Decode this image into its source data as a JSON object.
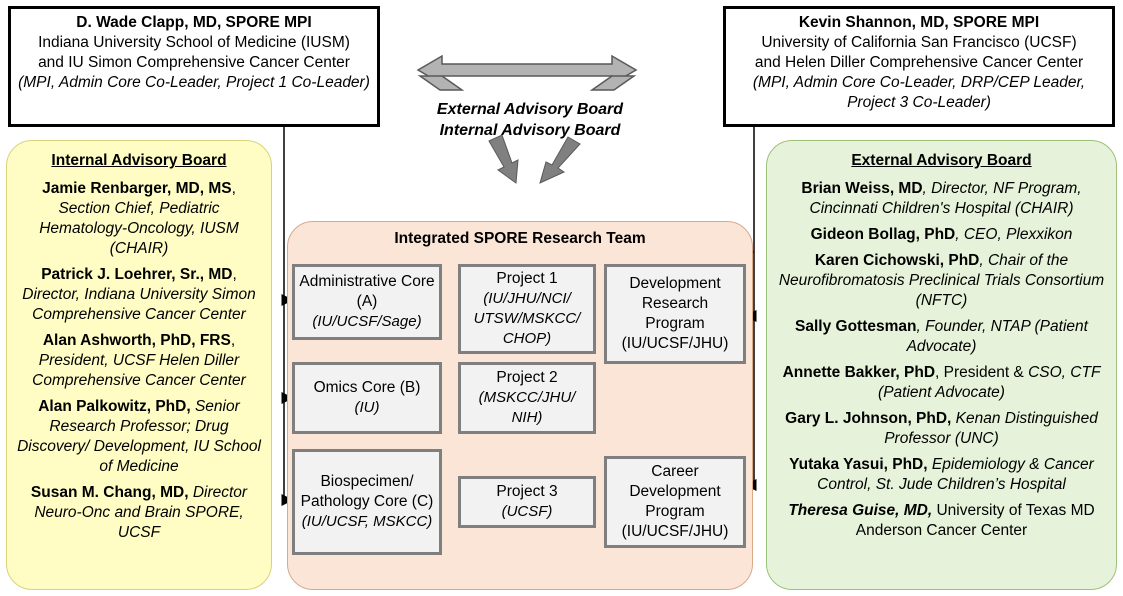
{
  "mpi_left": {
    "name": "D. Wade Clapp, MD, SPORE MPI",
    "line1": "Indiana University School of Medicine (IUSM)",
    "line2": "and IU Simon Comprehensive Cancer Center",
    "role": "(MPI, Admin Core Co-Leader, Project 1 Co-Leader)"
  },
  "mpi_right": {
    "name": "Kevin Shannon, MD, SPORE MPI",
    "line1": "University of California San Francisco (UCSF)",
    "line2": "and Helen Diller Comprehensive Cancer Center",
    "role": "(MPI, Admin Core Co-Leader, DRP/CEP Leader, Project 3 Co-Leader)"
  },
  "middle_labels": {
    "line1": "External Advisory Board",
    "line2": "Internal Advisory Board"
  },
  "internal_board": {
    "title": "Internal Advisory Board",
    "members": [
      {
        "name": "Jamie Renbarger, MD, MS",
        "sep": ",",
        "desc": "Section Chief, Pediatric Hematology-Oncology, IUSM (CHAIR)"
      },
      {
        "name": "Patrick J. Loehrer, Sr., MD",
        "sep": ",",
        "desc": "Director, Indiana University Simon Comprehensive Cancer Center"
      },
      {
        "name": "Alan Ashworth, PhD, FRS",
        "sep": ",",
        "desc": "President, UCSF Helen Diller Comprehensive Cancer Center"
      },
      {
        "name": "Alan Palkowitz, PhD,",
        "sep": "",
        "desc": "Senior Research Professor; Drug Discovery/ Development, IU School of Medicine"
      },
      {
        "name": "Susan M. Chang, MD,",
        "sep": "",
        "desc": "Director Neuro-Onc and Brain SPORE, UCSF"
      }
    ]
  },
  "external_board": {
    "title": "External Advisory Board",
    "members": [
      {
        "name": "Brian Weiss, MD",
        "plain": "",
        "desc": ", Director, NF Program, Cincinnati Children's Hospital (CHAIR)"
      },
      {
        "name": "Gideon Bollag, PhD",
        "plain": "",
        "desc": ", CEO, Plexxikon"
      },
      {
        "name": "Karen Cichowski, PhD",
        "plain": "",
        "desc": ", Chair of the Neurofibromatosis Preclinical Trials Consortium (NFTC)"
      },
      {
        "name": "Sally Gottesman",
        "plain": "",
        "desc": ", Founder, NTAP (Patient Advocate)"
      },
      {
        "name": "Annette Bakker, PhD",
        "plain": ", President & ",
        "desc": "CSO, CTF (Patient Advocate)"
      },
      {
        "name": "Gary L. Johnson, PhD,",
        "plain": "",
        "desc": " Kenan Distinguished Professor (UNC)"
      },
      {
        "name": "Yutaka Yasui, PhD,",
        "plain": "",
        "desc": " Epidemiology & Cancer Control, St. Jude Children’s Hospital"
      },
      {
        "name": "Theresa Guise, MD,",
        "plain": " University of Texas MD Anderson Cancer Center",
        "desc": ""
      }
    ]
  },
  "team": {
    "title": "Integrated SPORE Research Team",
    "admin_core": {
      "label": "Administrative Core (A)",
      "sites": "(IU/UCSF/Sage)"
    },
    "omics_core": {
      "label": "Omics Core (B)",
      "sites": "(IU)"
    },
    "bio_core": {
      "label": "Biospecimen/ Pathology Core (C)",
      "sites": "(IU/UCSF, MSKCC)"
    },
    "project1": {
      "label": "Project 1",
      "sites": "(IU/JHU/NCI/ UTSW/MSKCC/ CHOP)"
    },
    "project2": {
      "label": "Project 2",
      "sites": "(MSKCC/JHU/ NIH)"
    },
    "project3": {
      "label": "Project 3",
      "sites": "(UCSF)"
    },
    "drp": {
      "label": "Development Research Program (IU/UCSF/JHU)"
    },
    "cep": {
      "label": "Career Development Program (IU/UCSF/JHU)"
    }
  }
}
